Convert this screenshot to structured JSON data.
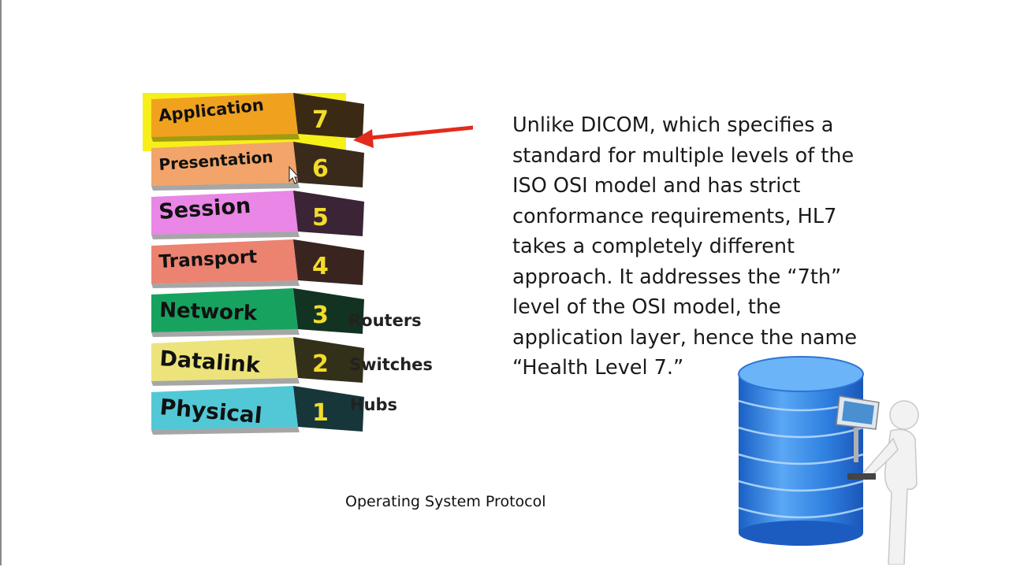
{
  "layers": [
    {
      "name": "Application",
      "number": "7",
      "front": "#f0a21e",
      "side": "#3a2a14",
      "device": ""
    },
    {
      "name": "Presentation",
      "number": "6",
      "front": "#f2a46a",
      "side": "#3a2a1c",
      "device": ""
    },
    {
      "name": "Session",
      "number": "5",
      "front": "#e986e6",
      "side": "#3a2436",
      "device": ""
    },
    {
      "name": "Transport",
      "number": "4",
      "front": "#ec8270",
      "side": "#3a2420",
      "device": ""
    },
    {
      "name": "Network",
      "number": "3",
      "front": "#17a35f",
      "side": "#123322",
      "device": "Routers"
    },
    {
      "name": "Datalink",
      "number": "2",
      "front": "#ece47a",
      "side": "#33301a",
      "device": "Switches"
    },
    {
      "name": "Physical",
      "number": "1",
      "front": "#52c8d6",
      "side": "#16363a",
      "device": "Hubs"
    }
  ],
  "highlight_color": "#f7ef1a",
  "arrow_color": "#e32b1c",
  "description": "Unlike DICOM, which specifies a standard for multiple levels of the ISO OSI model and has strict conformance requirements, HL7 takes a completely different approach. It addresses the “7th” level of the OSI model, the application layer, hence the name “Health Level 7.”",
  "caption": "Operating System Protocol",
  "figure": {
    "icon": "database-server-with-person-icon",
    "db_color": "#2f80e0"
  }
}
